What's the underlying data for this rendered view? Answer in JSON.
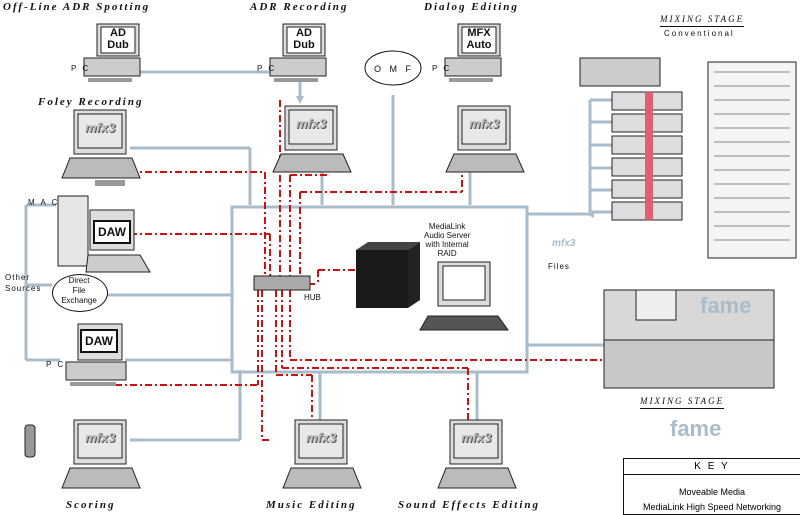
{
  "stations": {
    "offline_adr": {
      "label": "Off-Line ADR Spotting",
      "screen": "AD\nDub",
      "host": "P C"
    },
    "adr_recording": {
      "label": "ADR Recording",
      "screen": "AD\nDub",
      "host": "P C"
    },
    "dialog_editing": {
      "label": "Dialog Editing",
      "screen": "MFX\nAuto",
      "host": "P C"
    },
    "foley": {
      "label": "Foley Recording"
    },
    "mac_daw": {
      "screen": "DAW",
      "host": "M A C"
    },
    "pc_daw": {
      "screen": "DAW",
      "host": "P C"
    },
    "scoring": {
      "label": "Scoring"
    },
    "music_editing": {
      "label": "Music Editing"
    },
    "sfx_editing": {
      "label": "Sound Effects Editing"
    }
  },
  "omf": "O M F",
  "other_sources": "Other\nSources",
  "direct_file_exchange": "Direct\nFile\nExchange",
  "server": {
    "label": "MediaLink\nAudio Server\nwith Internal\nRAID",
    "hub": "HUB"
  },
  "mfx_files": {
    "logo": "mfx3",
    "label": "Files"
  },
  "mixing_conventional": {
    "title": "MIXING STAGE",
    "subtitle": "Conventional"
  },
  "mixing_fame": {
    "title": "MIXING STAGE",
    "logo": "fame"
  },
  "mfx_logo": "mfx3",
  "key": {
    "title": "K E Y",
    "moveable": "Moveable Media",
    "medialink": "MediaLink High Speed Networking"
  },
  "colors": {
    "network_red": "#cc1111",
    "media_blue": "#a9bccb"
  }
}
